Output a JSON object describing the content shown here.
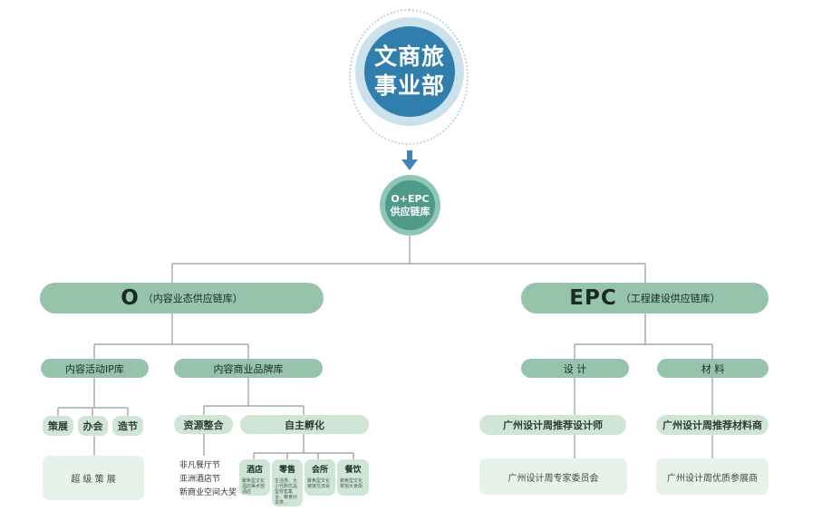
{
  "root": {
    "line1": "文商旅",
    "line2": "事业部"
  },
  "hub": {
    "line1": "O+EPC",
    "line2": "供应链库"
  },
  "o_branch": {
    "main": "O",
    "sub": "（内容业态供应链库）",
    "ip_lib": {
      "label": "内容活动IP库",
      "items": [
        "策展",
        "办会",
        "造节"
      ],
      "result": "超 级 策 展"
    },
    "brand_lib": {
      "label": "内容商业品牌库",
      "resource": {
        "label": "资源整合",
        "items": [
          "非凡餐厅节",
          "亚洲酒店节",
          "新商业空间大奖"
        ]
      },
      "incubate": {
        "label": "自主孵化",
        "cols": [
          {
            "title": "酒店",
            "desc": "聚焦型文化酒店美术馆酒店"
          },
          {
            "title": "零售",
            "desc": "生活类、大小代购优品型零售集合、粮食炒货类…"
          },
          {
            "title": "会所",
            "desc": "聚焦型文化链接交流会"
          },
          {
            "title": "餐饮",
            "desc": "聚焦型文化菜馆大食街"
          }
        ]
      }
    }
  },
  "epc_branch": {
    "main": "EPC",
    "sub": "（工程建设供应链库）",
    "design": {
      "label": "设  计",
      "sub": "广州设计周推荐设计师",
      "result": "广州设计周专家委员会"
    },
    "material": {
      "label": "材  料",
      "sub": "广州设计周推荐材料商",
      "result": "广州设计周优质参展商"
    }
  }
}
